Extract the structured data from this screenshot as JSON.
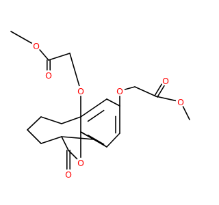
{
  "molecule": {
    "colors": {
      "bond": "#000000",
      "oxygen": "#ff0000",
      "background": "#ffffff"
    },
    "atom_labels": {
      "o_ester_top": "O",
      "o_carbonyl_top": "O",
      "o_ether_left": "O",
      "o_ether_right": "O",
      "o_carbonyl_right": "O",
      "o_ester_right": "O",
      "o_ring": "O",
      "o_lactone_carbonyl": "O"
    }
  }
}
